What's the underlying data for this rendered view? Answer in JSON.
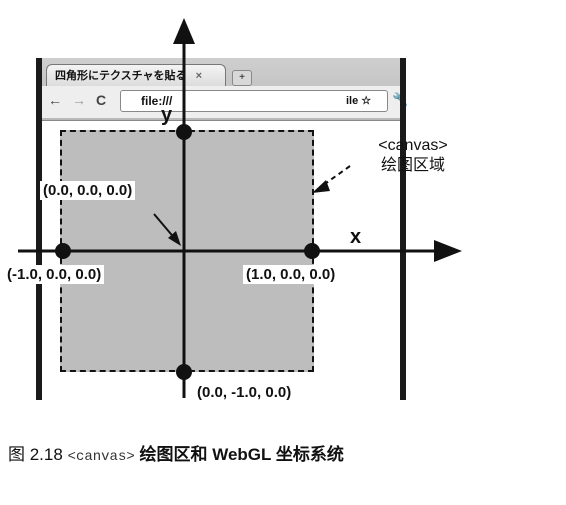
{
  "browser": {
    "tab_title": "四角形にテクスチャを貼る",
    "tab_close": "×",
    "tab_new": "+",
    "nav_back": "←",
    "nav_forward": "→",
    "nav_reload": "C",
    "url": "file:///",
    "url_right": "ile ☆",
    "wrench": "🔧"
  },
  "axes": {
    "y_label": "y",
    "x_label": "x"
  },
  "points": {
    "origin": "(0.0, 0.0, 0.0)",
    "left": "(-1.0, 0.0, 0.0)",
    "right": "(1.0, 0.0, 0.0)",
    "bottom": "(0.0, -1.0, 0.0)"
  },
  "annotation": {
    "line1": "<canvas>",
    "line2": "绘图区域"
  },
  "caption": {
    "prefix": "图 2.18",
    "code": "<canvas>",
    "text": "绘图区和 WebGL 坐标系统"
  }
}
